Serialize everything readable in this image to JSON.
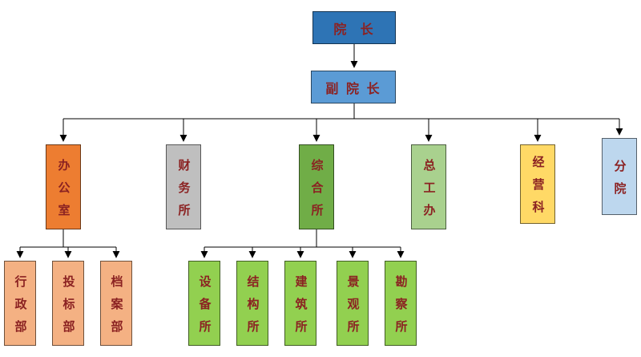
{
  "org": {
    "root": {
      "label": "院  长",
      "color": "#2E74B5"
    },
    "vice": {
      "label": "副 院 长",
      "color": "#5B9BD5"
    },
    "departments": [
      {
        "label": "办公室",
        "color": "#ED7D31"
      },
      {
        "label": "财务所",
        "color": "#BFBFBF"
      },
      {
        "label": "综合所",
        "color": "#70AD47"
      },
      {
        "label": "总工办",
        "color": "#A9D18E"
      },
      {
        "label": "经营科",
        "color": "#FFD966"
      },
      {
        "label": "分院",
        "color": "#BDD7EE"
      }
    ],
    "office_children": [
      {
        "label": "行政部",
        "color": "#F4B183"
      },
      {
        "label": "投标部",
        "color": "#F4B183"
      },
      {
        "label": "档案部",
        "color": "#F4B183"
      }
    ],
    "comprehensive_children": [
      {
        "label": "设备所",
        "color": "#92D050"
      },
      {
        "label": "结构所",
        "color": "#92D050"
      },
      {
        "label": "建筑所",
        "color": "#92D050"
      },
      {
        "label": "景观所",
        "color": "#92D050"
      },
      {
        "label": "勘察所",
        "color": "#92D050"
      }
    ],
    "colors": {
      "text": "#8B2222",
      "line": "#000000",
      "background": "#FFFFFF"
    }
  }
}
